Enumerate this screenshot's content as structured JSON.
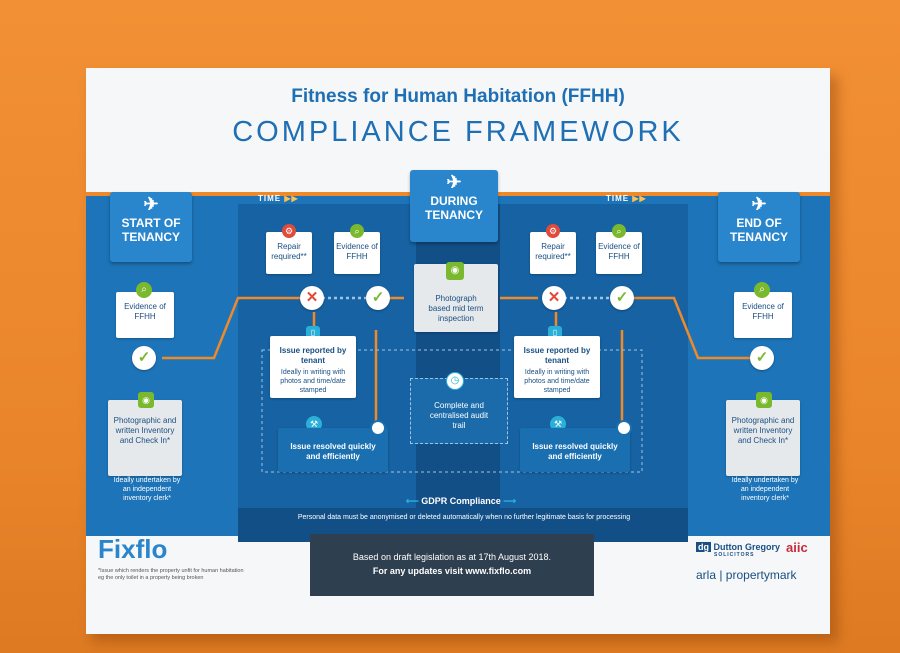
{
  "title": "Fitness for Human Habitation (FFHH)",
  "subtitle": "COMPLIANCE FRAMEWORK",
  "stages": {
    "start": "START OF TENANCY",
    "during": "DURING TENANCY",
    "end": "END OF TENANCY"
  },
  "time_label": "TIME",
  "evidence": "Evidence of FFHH",
  "repair": "Repair required**",
  "photo_inventory": "Photographic and written Inventory and Check In*",
  "photo_inventory_end": "Photographic and written Inventory and Check In*",
  "independent": "Ideally undertaken by an independent inventory clerk*",
  "issue_title": "Issue reported by tenant",
  "issue_detail": "Ideally in writing with photos and time/date stamped",
  "resolved": "Issue resolved quickly and efficiently",
  "mid_inspection": "Photograph based mid term inspection",
  "audit": "Complete and centralised audit trail",
  "gdpr": "GDPR Compliance",
  "personal_data": "Personal data must be anonymised or deleted automatically when no further legitimate basis for processing",
  "brand": "Fixflo",
  "footnote": "*Issue which renders the property unfit for human habitation eg the only toilet in a property being broken",
  "based_on": "Based on draft legislation as at 17th August 2018.",
  "updates": "For any updates visit www.fixflo.com",
  "partner1": "Dutton Gregory",
  "partner1_sub": "SOLICITORS",
  "partner2": "aiic",
  "partner3": "arla | propertymark",
  "colors": {
    "orange": "#ee8a2a",
    "blue": "#1d74b8",
    "green": "#7ab92e",
    "red": "#e04b3b"
  },
  "icons": [
    "plane-takeoff-icon",
    "plane-icon",
    "plane-landing-icon",
    "check-icon",
    "cross-icon",
    "camera-icon",
    "search-icon",
    "gear-icon",
    "phone-icon",
    "wrench-icon",
    "clock-icon",
    "arrow-left-icon",
    "arrow-right-icon"
  ]
}
